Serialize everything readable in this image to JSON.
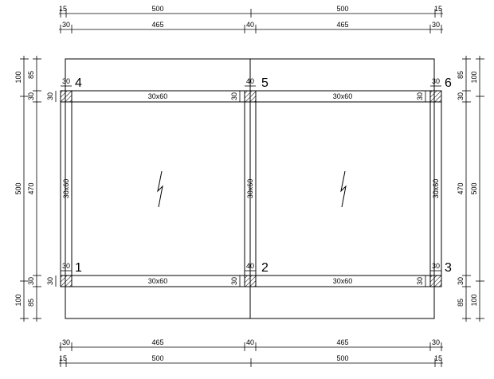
{
  "dims": {
    "top_outer": [
      "15",
      "500",
      "500",
      "15"
    ],
    "top_inner": [
      "30",
      "465",
      "40",
      "465",
      "30"
    ],
    "bottom_inner": [
      "30",
      "465",
      "40",
      "465",
      "30"
    ],
    "bottom_outer": [
      "15",
      "500",
      "500",
      "15"
    ],
    "left_outer": [
      "100",
      "500",
      "100"
    ],
    "left_inner": [
      "85",
      "30",
      "470",
      "30",
      "85"
    ],
    "right_outer": [
      "100",
      "500",
      "100"
    ],
    "right_inner": [
      "85",
      "30",
      "470",
      "30",
      "85"
    ]
  },
  "columns": [
    {
      "num": "4",
      "width": "30",
      "side": "30"
    },
    {
      "num": "5",
      "width": "40",
      "side": "30"
    },
    {
      "num": "6",
      "width": "30",
      "side": "30"
    },
    {
      "num": "1",
      "width": "30",
      "side": "30"
    },
    {
      "num": "2",
      "width": "40",
      "side": "30"
    },
    {
      "num": "3",
      "width": "30",
      "side": "30"
    }
  ],
  "beams": {
    "top_left": "30x60",
    "top_right": "30x60",
    "bottom_left": "30x60",
    "bottom_right": "30x60",
    "left": "30x60",
    "middle": "30x60",
    "right": "30x60"
  }
}
